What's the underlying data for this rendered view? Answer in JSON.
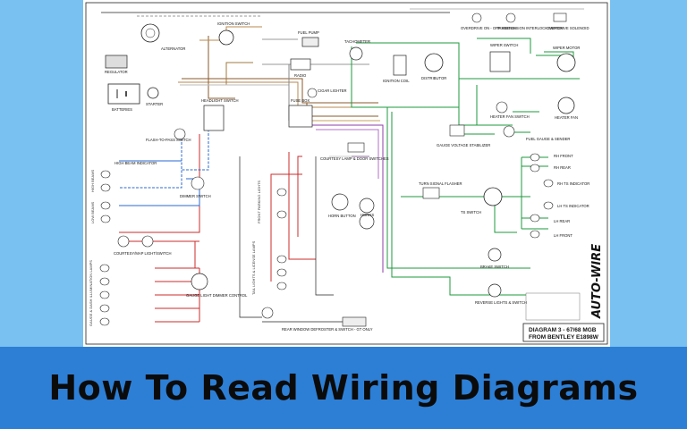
{
  "banner": {
    "title": "How To Read Wiring Diagrams"
  },
  "diagram": {
    "title_line1": "DIAGRAM 3 - 67/68 MGB",
    "title_line2": "FROM BENTLEY E1898W",
    "brand": "AUTO-WIRE",
    "labels": {
      "ignition_switch": "IGNITION SWITCH",
      "alternator": "ALTERNATOR",
      "regulator": "REGULATOR",
      "batteries": "BATTERIES",
      "starter": "STARTER",
      "fuel_pump": "FUEL PUMP",
      "radio": "RADIO",
      "tachometer": "TACHOMETER",
      "ignition_coil": "IGNITION COIL",
      "distributor": "DISTRIBUTOR",
      "overdrive_switch": "OVERDRIVE ON - OFF SWITCH",
      "transmission_switch": "TRANSMISSION INTERLOCK SWITCH",
      "overdrive_solenoid": "OVERDRIVE SOLENOID",
      "wiper_switch": "WIPER SWITCH",
      "wiper_motor": "WIPER MOTOR",
      "headlight_switch": "HEADLIGHT SWITCH",
      "fuse_box": "FUSE BOX",
      "cigar_lighter": "CIGAR LIGHTER",
      "heater_fan_switch": "HEATER FAN SWITCH",
      "heater_fan": "HEATER FAN",
      "flash_to_pass": "FLASH-TO-PASS SWITCH",
      "fuel_gauge": "FUEL GAUGE & SENDER",
      "gauge_stabilizer": "GAUGE VOLTAGE STABILIZER",
      "high_beam_indicator": "HIGH BEAM INDICATOR",
      "courtesy_lamp": "COURTESY LAMP & DOOR SWITCHES",
      "rh_front": "RH FRONT",
      "rh_rear": "RH REAR",
      "rh_ts_indicator": "RH TS INDICATOR",
      "turn_flasher": "TURN SIGNAL FLASHER",
      "ts_switch": "TS SWITCH",
      "lh_ts_indicator": "LH TS INDICATOR",
      "lh_rear": "LH REAR",
      "lh_front": "LH FRONT",
      "dimmer_switch": "DIMMER SWITCH",
      "high_beams": "HIGH BEAMS",
      "low_beams": "LOW BEAMS",
      "horn_button": "HORN BUTTON",
      "horns": "HORNS",
      "front_parking": "FRONT PARKING LIGHTS",
      "courtesy_map": "COURTESY/MAP LIGHT/SWITCH",
      "tail_lights": "TAIL LIGHTS & LICENSE LAMPS",
      "brake_switch": "BRAKE SWITCH",
      "gauge_illum": "GAUGE & DASH ILLUMINATION LAMPS",
      "gauge_dimmer": "GAUGE LIGHT DIMMER CONTROL",
      "reverse_lights": "REVERSE LIGHTS & SWITCH",
      "rear_defroster": "REAR WINDOW DEFROSTER & SWITCH - GT ONLY"
    }
  }
}
